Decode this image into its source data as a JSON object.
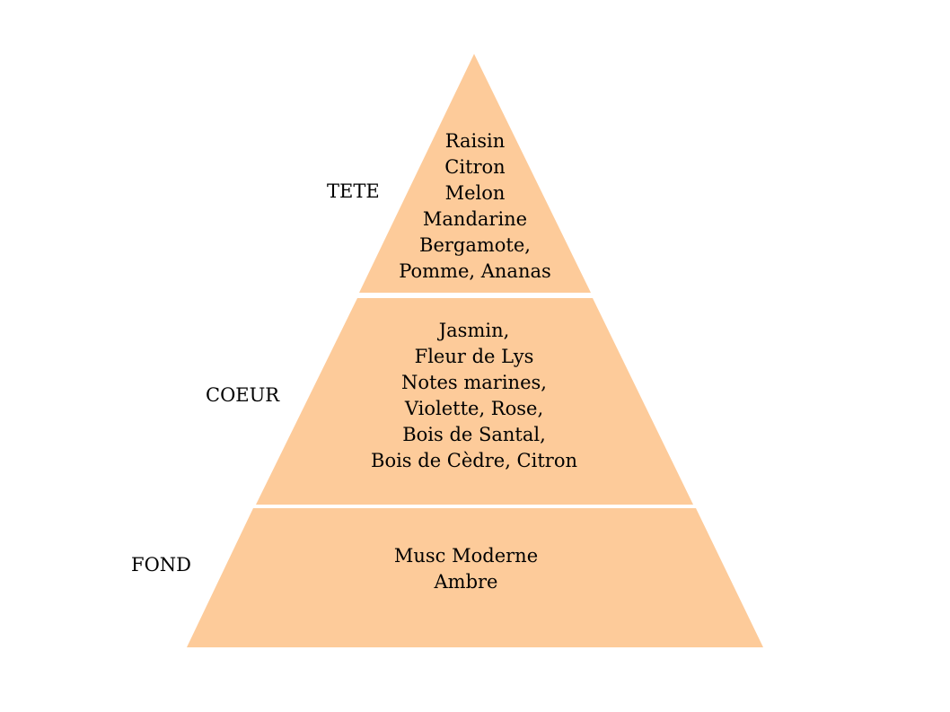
{
  "colors": {
    "tier_fill": "#fdcb9a",
    "separator": "#ffffff",
    "text": "#000000"
  },
  "tiers": [
    {
      "label": "TETE",
      "notes": [
        "Raisin",
        "Citron",
        "Melon",
        "Mandarine",
        "Bergamote,",
        "Pomme, Ananas"
      ]
    },
    {
      "label": "COEUR",
      "notes": [
        "Jasmin,",
        "Fleur de Lys",
        "Notes marines,",
        "Violette, Rose,",
        "Bois de Santal,",
        "Bois de Cèdre, Citron"
      ]
    },
    {
      "label": "FOND",
      "notes": [
        "Musc Moderne",
        "Ambre"
      ]
    }
  ]
}
